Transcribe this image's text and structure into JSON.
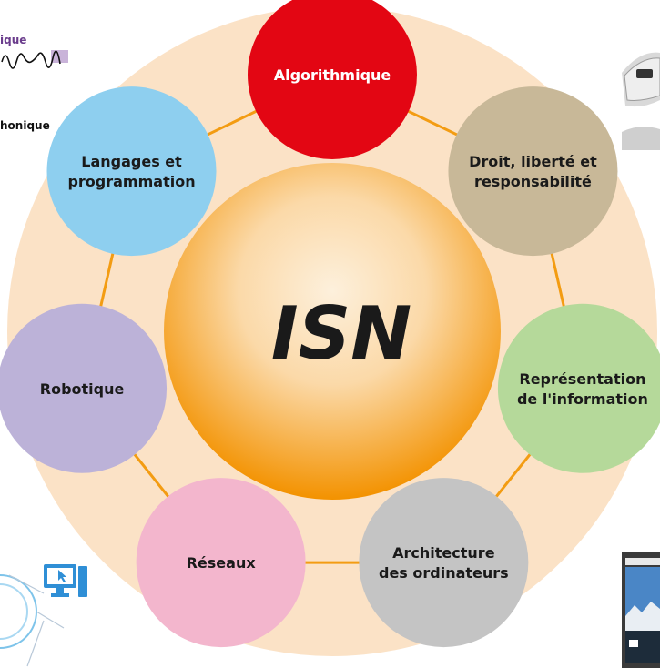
{
  "center": {
    "label": "ISN"
  },
  "topics": [
    {
      "label": [
        "Algorithmique"
      ],
      "color": "#e30613",
      "text_color": "#ffffff"
    },
    {
      "label": [
        "Droit, liberté et",
        "responsabilité"
      ],
      "color": "#c8b898",
      "text_color": "#1a1a1a"
    },
    {
      "label": [
        "Représentation",
        "de l'information"
      ],
      "color": "#b5d99a",
      "text_color": "#1a1a1a"
    },
    {
      "label": [
        "Architecture",
        "des ordinateurs"
      ],
      "color": "#c4c4c4",
      "text_color": "#1a1a1a"
    },
    {
      "label": [
        "Réseaux"
      ],
      "color": "#f3b6cd",
      "text_color": "#1a1a1a"
    },
    {
      "label": [
        "Robotique"
      ],
      "color": "#bcb2d8",
      "text_color": "#1a1a1a"
    },
    {
      "label": [
        "Langages et",
        "programmation"
      ],
      "color": "#8ecfef",
      "text_color": "#1a1a1a"
    }
  ],
  "fragments": {
    "top_left_label": "ique",
    "left_label": "honique"
  },
  "colors": {
    "outer_ring": "#fbe2c6",
    "center_light": "#fdf0dc",
    "center_dark": "#f39200",
    "connector": "#f39c12"
  }
}
